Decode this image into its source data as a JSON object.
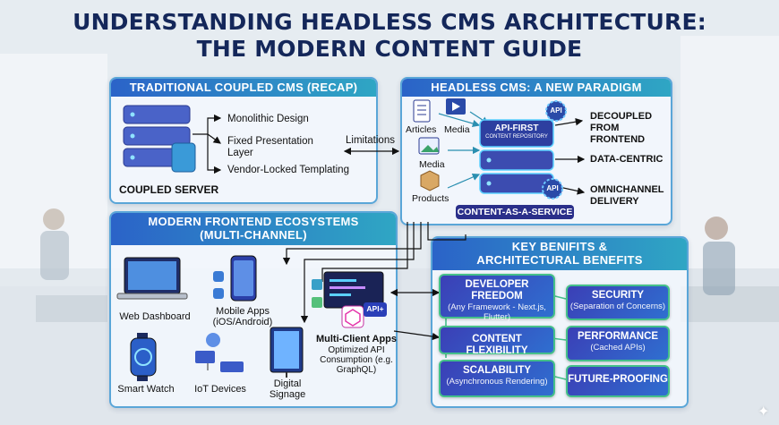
{
  "title_line1": "UNDERSTANDING HEADLESS CMS ARCHITECTURE:",
  "title_line2": "THE MODERN CONTENT GUIDE",
  "traditional": {
    "header": "TRADITIONAL COUPLED CMS (RECAP)",
    "items": [
      "Monolithic Design",
      "Fixed Presentation Layer",
      "Vendor-Locked Templating"
    ],
    "server_label": "COUPLED SERVER"
  },
  "limitations_label": "Limitations",
  "headless": {
    "header": "HEADLESS CMS: A NEW PARADIGM",
    "content_types": [
      "Articles",
      "Media",
      "Media",
      "Products"
    ],
    "server_label_line1": "API-FIRST",
    "server_label_line2": "CONTENT REPOSITORY",
    "api_badge": "API",
    "outputs": [
      "DECOUPLED FROM FRONTEND",
      "DATA-CENTRIC",
      "OMNICHANNEL DELIVERY"
    ],
    "caas_label": "CONTENT-AS-A-SERVICE"
  },
  "frontend": {
    "header_line1": "MODERN FRONTEND ECOSYSTEMS",
    "header_line2": "(MULTI-CHANNEL)",
    "devices": [
      {
        "label": "Web Dashboard"
      },
      {
        "label": "Mobile Apps (iOS/Android)"
      },
      {
        "label": "Smart Watch"
      },
      {
        "label": "IoT Devices"
      },
      {
        "label": "Digital Signage"
      }
    ],
    "multi_client": {
      "title": "Multi-Client Apps",
      "desc": "Optimized API Consumption (e.g. GraphQL)",
      "badge": "API+"
    }
  },
  "benefits": {
    "header_line1": "KEY BENIFITS &",
    "header_line2": "ARCHITECTURAL BENEFITS",
    "items": [
      {
        "title": "DEVELOPER FREEDOM",
        "sub": "(Any Framework - Next.js, Flutter)"
      },
      {
        "title": "CONTENT FLEXIBILITY",
        "sub": ""
      },
      {
        "title": "SCALABILITY",
        "sub": "(Asynchronous Rendering)"
      },
      {
        "title": "SECURITY",
        "sub": "(Separation of Concerns)"
      },
      {
        "title": "PERFORMANCE",
        "sub": "(Cached APIs)"
      },
      {
        "title": "FUTURE-PROOFING",
        "sub": ""
      }
    ]
  },
  "colors": {
    "title": "#14275a",
    "panel_header": "#2b63c8",
    "benefit_box": "#3b3fb6",
    "accent_green": "#45c08a"
  }
}
